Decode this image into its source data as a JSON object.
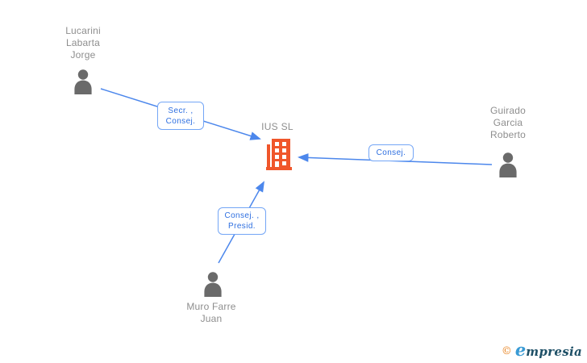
{
  "diagram": {
    "company": {
      "name": "IUS SL"
    },
    "people": [
      {
        "full_name": "Lucarini Labarta Jorge",
        "lines": [
          "Lucarini",
          "Labarta",
          "Jorge"
        ]
      },
      {
        "full_name": "Guirado Garcia Roberto",
        "lines": [
          "Guirado",
          "Garcia",
          "Roberto"
        ]
      },
      {
        "full_name": "Muro Farre Juan",
        "lines": [
          "Muro Farre",
          "Juan"
        ]
      }
    ],
    "relations": [
      {
        "from": "Lucarini Labarta Jorge",
        "to": "IUS SL",
        "label": "Secr. , Consej.",
        "label_lines": [
          "Secr. ,",
          "Consej."
        ]
      },
      {
        "from": "Guirado Garcia Roberto",
        "to": "IUS SL",
        "label": "Consej.",
        "label_lines": [
          "Consej."
        ]
      },
      {
        "from": "Muro Farre Juan",
        "to": "IUS SL",
        "label": "Consej. , Presid.",
        "label_lines": [
          "Consej. ,",
          "Presid."
        ]
      }
    ]
  },
  "footer": {
    "copyright": "©",
    "brand_e": "e",
    "brand_rest": "mpresia"
  },
  "colors": {
    "edge_blue": "#4c87ec",
    "label_text_blue": "#2e6fe0",
    "box_border_blue": "#74a6f6",
    "person_gray": "#6a6a6a",
    "name_gray": "#8e8e8e",
    "building_orange": "#f0562b",
    "logo_orange": "#e8821e",
    "logo_blue": "#3a9bd5",
    "logo_dark_teal": "#1d4f66"
  }
}
